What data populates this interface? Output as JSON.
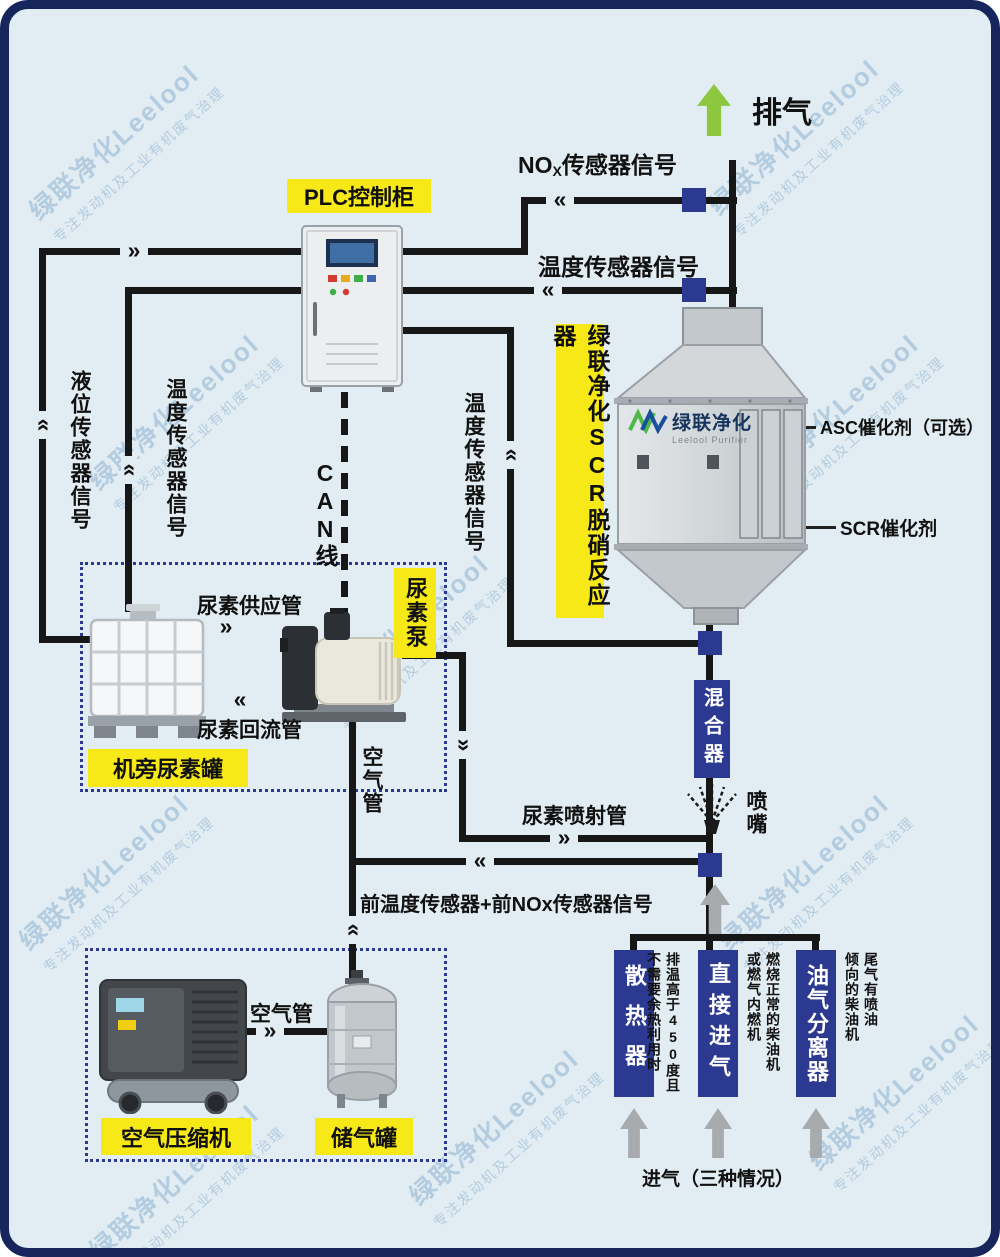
{
  "watermark": {
    "line1": "绿联净化Leelool",
    "line2": "专注发动机及工业有机废气治理"
  },
  "glyphs": {
    "chev_left": "«",
    "chev_right": "»"
  },
  "top": {
    "exhaust": "排气",
    "nox_prefix": "NO",
    "nox_sub": "X",
    "nox_suffix": "传感器信号",
    "temp_signal": "温度传感器信号"
  },
  "plc": {
    "label": "PLC控制柜"
  },
  "left_signals": {
    "level": "液位传感器信号",
    "temp": "温度传感器信号"
  },
  "mid_signals": {
    "can": "CAN线",
    "temp": "温度传感器信号"
  },
  "urea": {
    "station": "机旁尿素罐",
    "pump": "尿素泵",
    "supply_pipe": "尿素供应管",
    "return_pipe": "尿素回流管",
    "injection_pipe": "尿素喷射管"
  },
  "air": {
    "compressor": "空气压缩机",
    "tank": "储气罐",
    "pipe_vertical": "空气管",
    "pipe_horizontal": "空气管"
  },
  "reactor": {
    "label": "绿联净化SCR脱硝反应器",
    "logo_cn": "绿联净化",
    "logo_en": "Leelool Purifier",
    "asc": "ASC催化剂（可选）",
    "scr": "SCR催化剂",
    "mixer": "混合器",
    "nozzle": "喷嘴"
  },
  "front_signal": "前温度传感器+前NOx传感器信号",
  "intake": {
    "title": "进气（三种情况）",
    "options": [
      {
        "name": "散热器",
        "desc": "排温高于450度且\n不需要余热利用时"
      },
      {
        "name": "直接进气",
        "desc": "燃烧正常的柴油机\n或燃气内燃机"
      },
      {
        "name": "油气分离器",
        "desc": "尾气有喷油\n倾向的柴油机"
      }
    ]
  },
  "colors": {
    "yellow": "#f7e918",
    "navy": "#2b3990",
    "green": "#8dc63f",
    "arrow_gray": "#a8abae",
    "background": "#e2edf3",
    "border": "#16265c"
  }
}
